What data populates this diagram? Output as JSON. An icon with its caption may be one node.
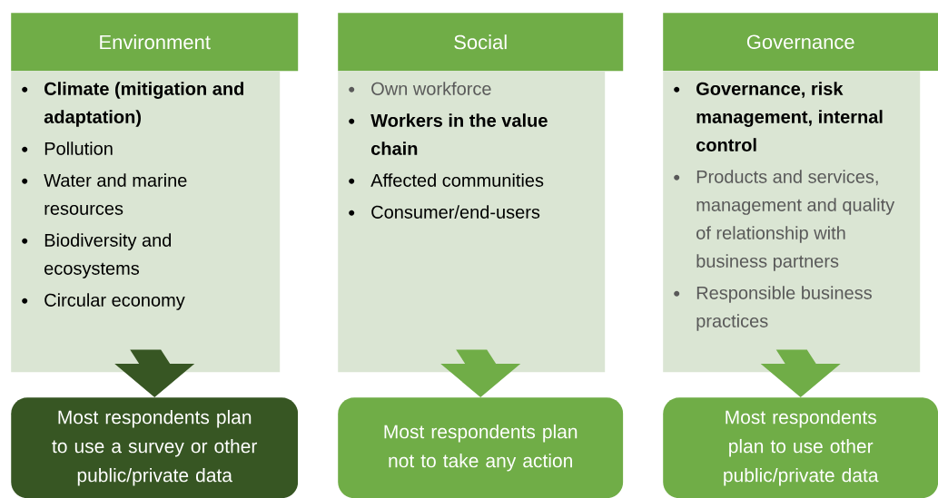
{
  "diagram": {
    "nodes": [
      {
        "text": [
          "Environment"
        ]
      },
      {
        "text": [
          "Social"
        ]
      },
      {
        "text": [
          "Governance"
        ]
      },
      {
        "text": [
          "Climate (mitigation and adaptation)",
          "Pollution",
          "Water and marine resources",
          "Biodiversity and ecosystems",
          "Circular economy"
        ]
      },
      {
        "text": [
          "Own workforce",
          "Workers in the value chain",
          "Affected communities",
          "Consumer/end-users"
        ]
      },
      {
        "text": [
          "Governance, risk management, internal control",
          "Products and services, management and quality of relationship with business partners",
          "Responsible business practices"
        ]
      },
      {
        "text": [
          "Most respondents plan to use a survey or other public/private data"
        ]
      },
      {
        "text": [
          "Most respondents plan not to take any action"
        ]
      },
      {
        "text": [
          "Most respondents plan to use other public/private data"
        ]
      }
    ],
    "edges": [
      {
        "from": 3,
        "to": 6,
        "arrow": "to",
        "color": "#375623"
      },
      {
        "from": 4,
        "to": 7,
        "arrow": "to"
      },
      {
        "from": 5,
        "to": 8,
        "arrow": "to"
      }
    ]
  }
}
